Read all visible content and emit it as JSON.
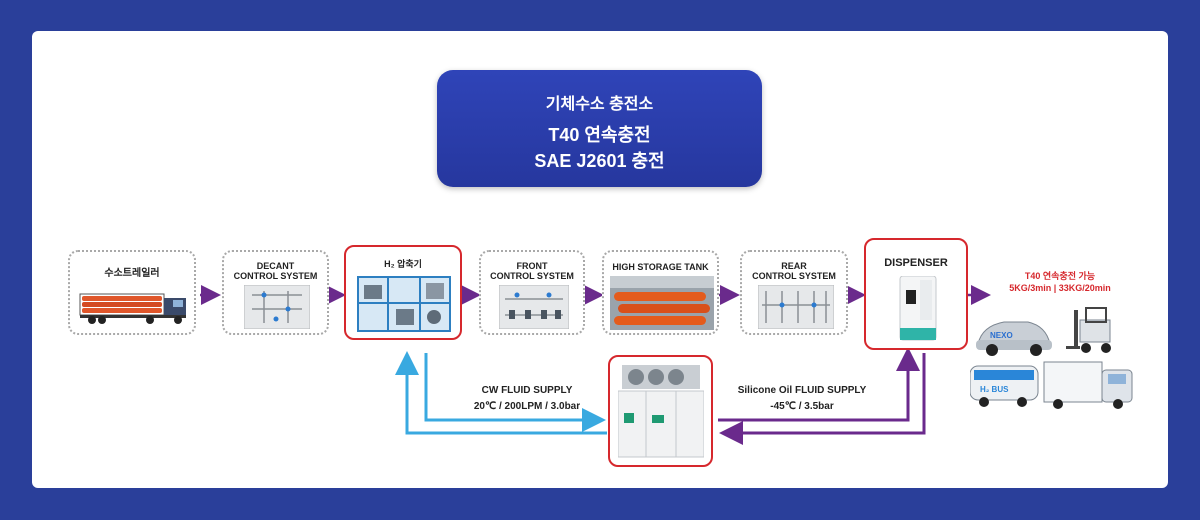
{
  "title": {
    "line1": "기체수소 충전소",
    "line2": "T40 연속충전",
    "line3": "SAE J2601 충전"
  },
  "nodes": {
    "trailer": "수소트레일러",
    "decant": "DECANT\nCONTROL SYSTEM",
    "compressor": "H₂ 압축기",
    "front": "FRONT\nCONTROL SYSTEM",
    "storage": "HIGH STORAGE TANK",
    "rear": "REAR\nCONTROL SYSTEM",
    "dispenser": "DISPENSER"
  },
  "spec": {
    "line1": "T40 연속충전 가능",
    "line2": "5KG/3min | 33KG/20min"
  },
  "cw_fluid": {
    "line1": "CW FLUID SUPPLY",
    "line2": "20℃ / 200LPM / 3.0bar"
  },
  "oil_fluid": {
    "line1": "Silicone Oil FLUID SUPPLY",
    "line2": "-45℃ / 3.5bar"
  },
  "vehicle_labels": {
    "car": "NEXO",
    "bus": "H₂ BUS"
  },
  "colors": {
    "background": "#2a3f9a",
    "title_box": "#2b40ad",
    "highlight_border": "#d6282d",
    "flow_arrow": "#6a2a8c",
    "cw_line": "#39a9e0",
    "oil_line": "#6a2a8c",
    "spec_text": "#d6282d"
  }
}
